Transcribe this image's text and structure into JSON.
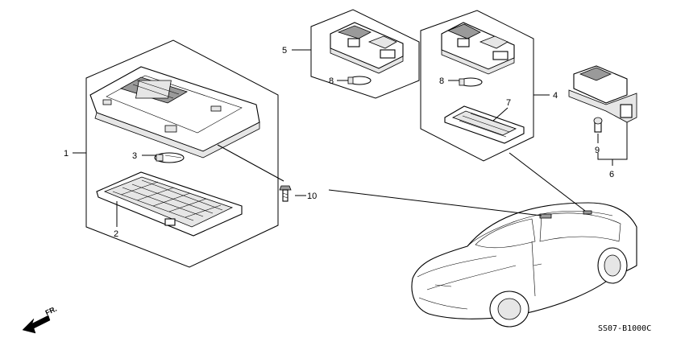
{
  "labels": {
    "p1": "1",
    "p2": "2",
    "p3": "3",
    "p4": "4",
    "p5": "5",
    "p6": "6",
    "p7": "7",
    "p8a": "8",
    "p8b": "8",
    "p9": "9",
    "p10": "10"
  },
  "direction": "FR.",
  "diagram_code": "SS07-B1000C"
}
